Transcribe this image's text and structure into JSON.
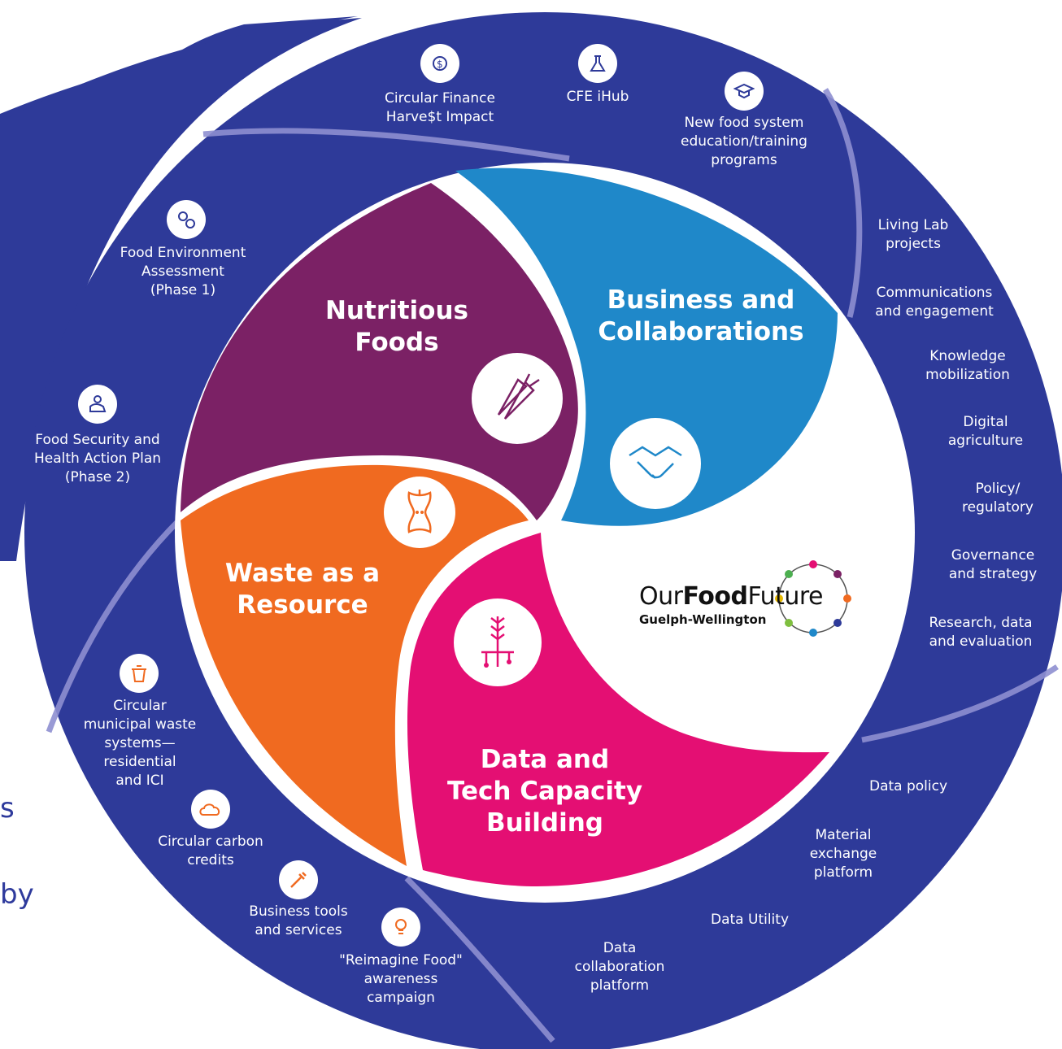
{
  "segments": {
    "nutritious": "Nutritious\nFoods",
    "business": "Business and\nCollaborations",
    "waste": "Waste as a\nResource",
    "data_tech": "Data and\nTech Capacity\nBuilding"
  },
  "logo": {
    "prefix": "Our",
    "bold": "Food",
    "suffix": "Future",
    "sub": "Guelph-Wellington"
  },
  "ring_items": {
    "circular_finance": "Circular Finance\nHarve$t Impact",
    "cfe_ihub": "CFE iHub",
    "new_food_system": "New food system\neducation/training\nprograms",
    "food_env_assessment": "Food Environment\nAssessment\n(Phase 1)",
    "food_security": "Food Security and\nHealth Action Plan\n(Phase 2)",
    "living_lab": "Living Lab\nprojects",
    "communications": "Communications\nand engagement",
    "knowledge": "Knowledge\nmobilization",
    "digital_ag": "Digital\nagriculture",
    "policy": "Policy/\nregulatory",
    "governance": "Governance\nand strategy",
    "research": "Research, data\nand evaluation",
    "circular_waste": "Circular\nmunicipal waste\nsystems—\nresidential\nand ICI",
    "carbon_credits": "Circular carbon\ncredits",
    "business_tools": "Business tools\nand services",
    "reimagine": "\"Reimagine Food\"\nawareness\ncampaign",
    "data_collab": "Data\ncollaboration\nplatform",
    "data_utility": "Data Utility",
    "material_exchange": "Material\nexchange\nplatform",
    "data_policy": "Data policy"
  },
  "background_fragments": {
    "s": "s",
    "by": "by"
  },
  "colors": {
    "ring": "#2e3a99",
    "ring_arc": "#8e8fd0",
    "nutritious": "#7b2165",
    "business": "#1f88c9",
    "waste": "#f06a20",
    "data_tech": "#e40f73",
    "center": "#ffffff"
  },
  "icons": {
    "nutritious": "carrot-icon",
    "business": "handshake-icon",
    "waste": "apple-core-icon",
    "data_tech": "wheat-circuit-icon"
  }
}
